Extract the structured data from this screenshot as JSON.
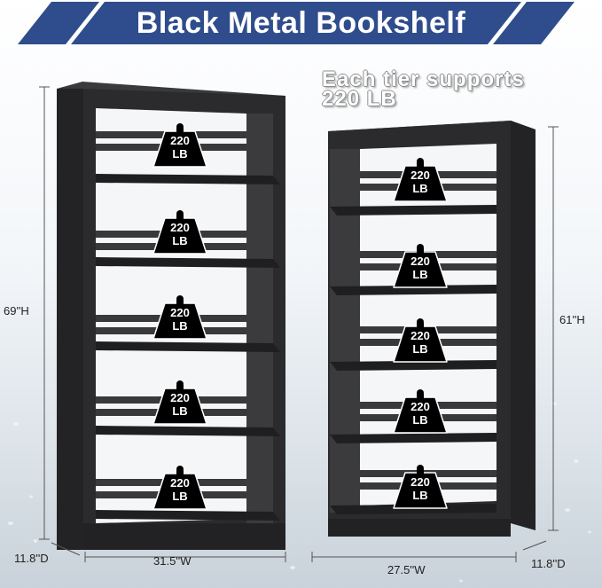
{
  "banner": {
    "title": "Black Metal Bookshelf",
    "color": "#2f4d8c"
  },
  "load_note": {
    "line1": "Each tier supports",
    "line2": "220 LB"
  },
  "left_shelf": {
    "height": "69''H",
    "width": "31.5''W",
    "depth": "11.8''D",
    "badges": [
      {
        "line1": "220",
        "line2": "LB"
      },
      {
        "line1": "220",
        "line2": "LB"
      },
      {
        "line1": "220",
        "line2": "LB"
      },
      {
        "line1": "220",
        "line2": "LB"
      },
      {
        "line1": "220",
        "line2": "LB"
      }
    ]
  },
  "right_shelf": {
    "height": "61''H",
    "width": "27.5''W",
    "depth": "11.8''D",
    "badges": [
      {
        "line1": "220",
        "line2": "LB"
      },
      {
        "line1": "220",
        "line2": "LB"
      },
      {
        "line1": "220",
        "line2": "LB"
      },
      {
        "line1": "220",
        "line2": "LB"
      },
      {
        "line1": "220",
        "line2": "LB"
      }
    ]
  },
  "colors": {
    "shelf": "#2b2b2d",
    "shelf_dark": "#1a1a1c",
    "badge": "#000000"
  }
}
